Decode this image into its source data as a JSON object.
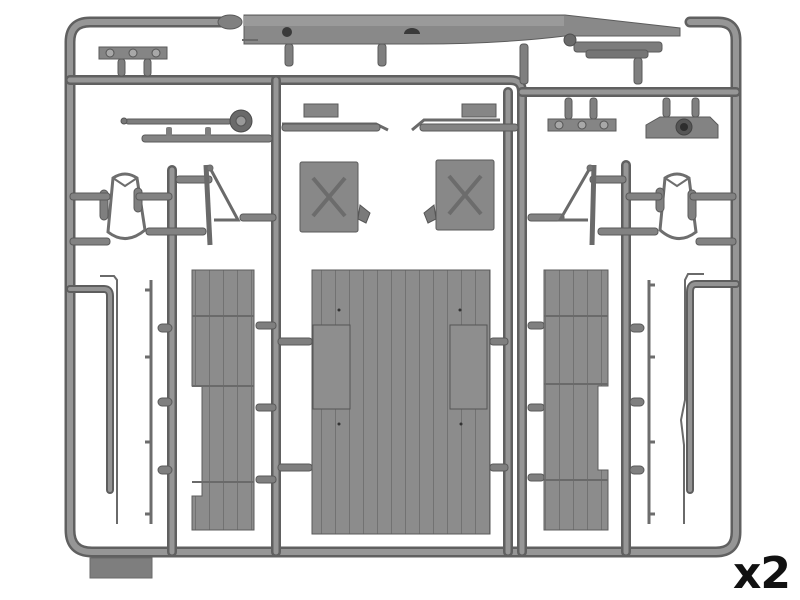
{
  "image": {
    "subject": "plastic model kit sprue",
    "background": "#ffffff",
    "plastic_color": "#8a8a8a",
    "plastic_dark": "#5e5e5e",
    "plastic_light": "#a8a8a8"
  },
  "quantity_label": "x2",
  "parts": {
    "frame_rail": "chassis frame rail with leaf spring",
    "bracket_left": "three-hole bracket",
    "bracket_right": "three-hole bracket",
    "spring_hanger": "spring hanger with hub",
    "starter_crank": "crank rod with gear",
    "exhaust_left": "exhaust pipe with muffler (left)",
    "exhaust_right": "exhaust pipe with muffler (right)",
    "jerrycan_left": "jerrycan (left)",
    "jerrycan_right": "jerrycan (right)",
    "seat_frame_left": "seat frame (left)",
    "seat_frame_right": "seat frame (right)",
    "brace_left": "folding brace (left)",
    "brace_right": "folding brace (right)",
    "side_panel_left": "cargo bed side panel (left)",
    "side_panel_right": "cargo bed side panel (right)",
    "floor_panel": "cargo bed floor panel",
    "rail_left": "side rail strip (left)",
    "rail_right": "side rail strip (right)",
    "pipe_left": "long pipe (left)",
    "pipe_right": "long pipe (right)",
    "id_tag": "sprue identification tag"
  }
}
